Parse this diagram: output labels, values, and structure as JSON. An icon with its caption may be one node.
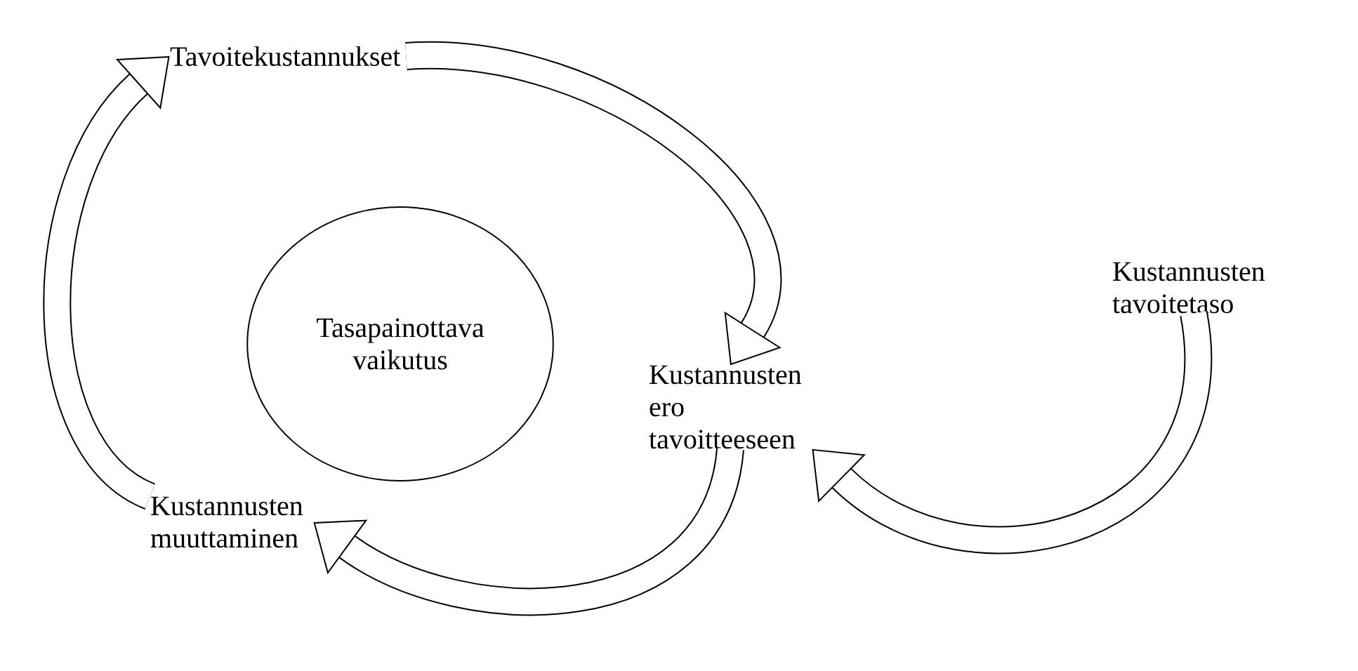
{
  "diagram": {
    "nodes": [
      {
        "text": [
          "Tavoitekustannukset"
        ]
      },
      {
        "text": [
          "Kustannusten tavoitetaso"
        ]
      },
      {
        "text": [
          "Kustannusten ero tavoitteeseen"
        ]
      },
      {
        "text": [
          "Kustannusten muuttaminen"
        ]
      },
      {
        "text": [
          "Tasapainottava vaikutus"
        ]
      }
    ],
    "edges": [
      {
        "from": 0,
        "to": 2,
        "arrow": "to"
      },
      {
        "from": 1,
        "to": 2,
        "arrow": "to"
      },
      {
        "from": 2,
        "to": 3,
        "arrow": "to"
      },
      {
        "from": 3,
        "to": 0,
        "arrow": "to"
      }
    ]
  }
}
